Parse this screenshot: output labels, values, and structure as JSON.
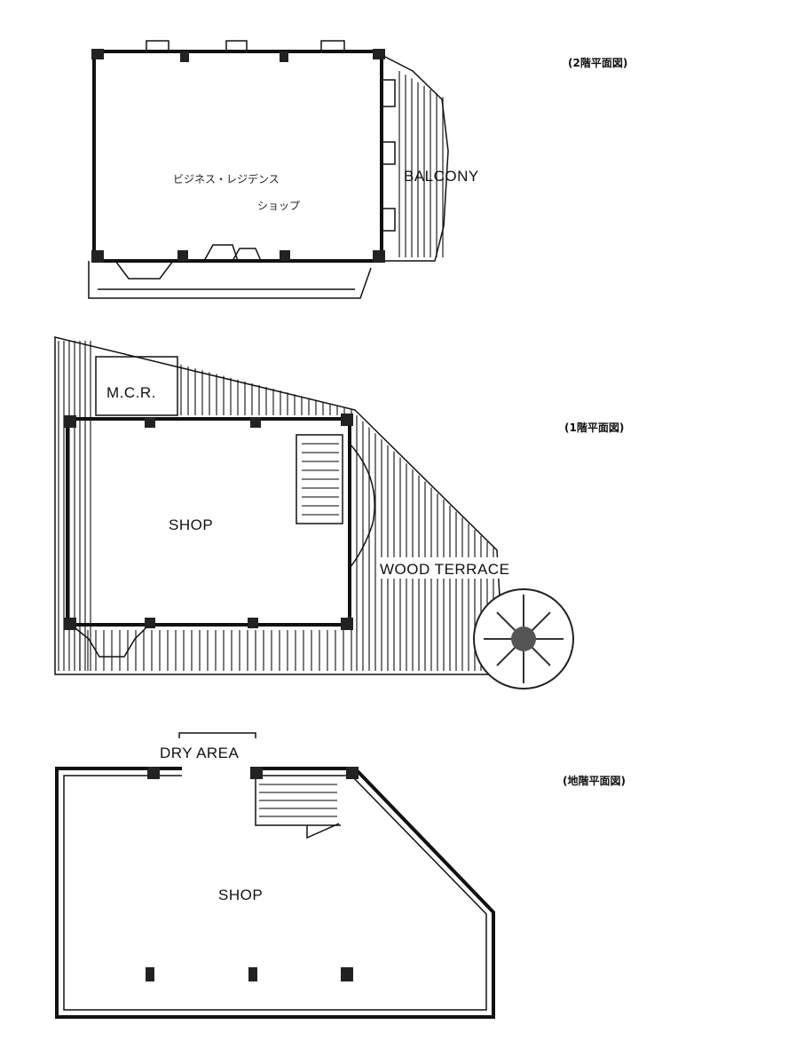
{
  "floor_2": {
    "caption": "(2階平面図)",
    "room_label_line1": "ビジネス・レジデンス",
    "room_label_line2": "ショップ",
    "balcony_label": "BALCONY"
  },
  "floor_1": {
    "caption": "(1階平面図)",
    "mcr_label": "M.C.R.",
    "shop_label": "SHOP",
    "terrace_label": "WOOD TERRACE"
  },
  "floor_b1": {
    "caption": "(地階平面図)",
    "dry_area_label": "DRY AREA",
    "shop_label": "SHOP"
  }
}
